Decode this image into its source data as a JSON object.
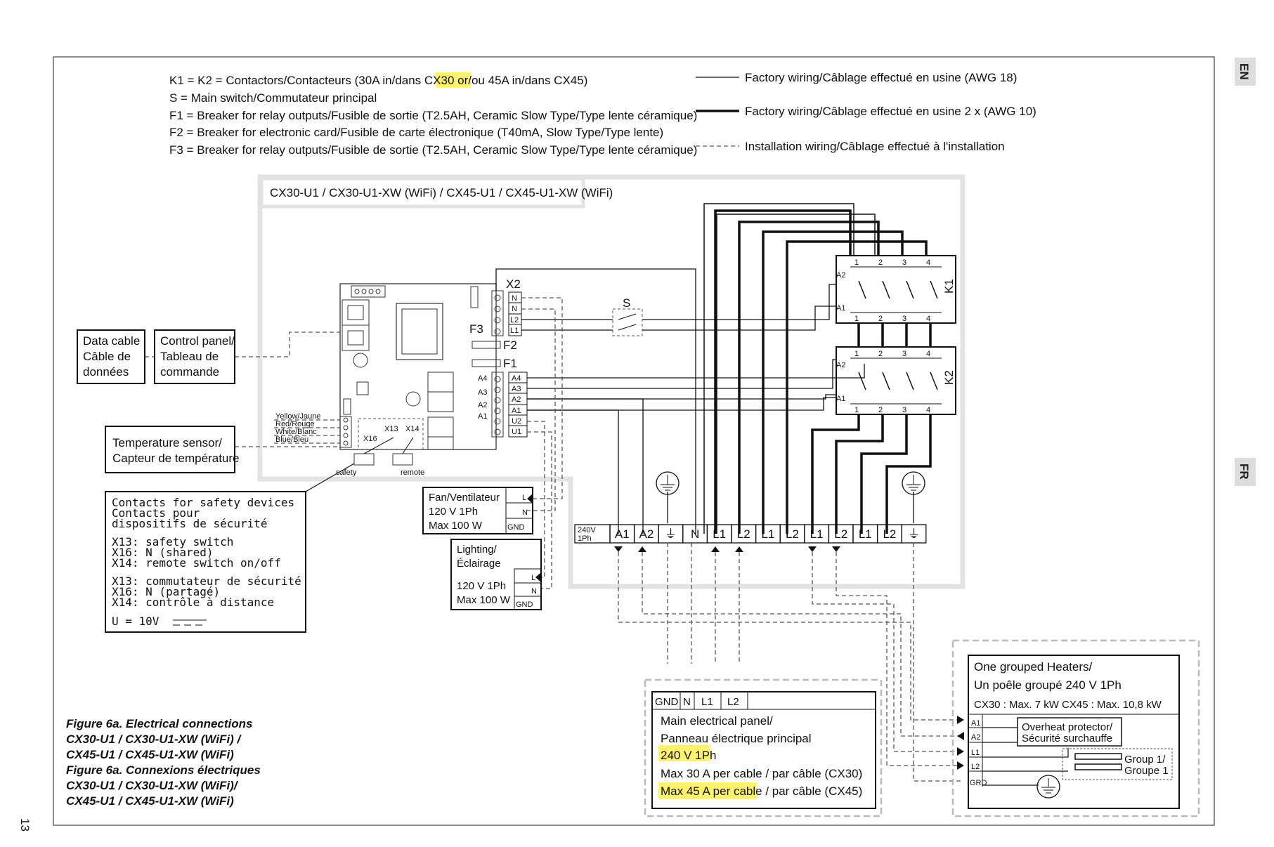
{
  "page_number": "13",
  "side_tabs": {
    "en": "EN",
    "fr": "FR"
  },
  "highlight_color": "#fff36b",
  "legend": {
    "lines": [
      "K1 = K2 = Contactors/Contacteurs (30A in/dans CX30 or/ou ",
      "45A in",
      "/dans CX45)",
      "S = Main switch/Commutateur principal",
      "F1 = Breaker for relay outputs/Fusible de sortie  (T2.5AH, Ceramic Slow Type/Type lente céramique)",
      "F2 = Breaker for electronic card/Fusible de carte électronique (T40mA, Slow Type/Type lente)",
      "F3 = Breaker for relay outputs/Fusible de sortie (T2.5AH, Ceramic Slow Type/Type lente céramique)"
    ],
    "wiring": [
      "Factory wiring/Câblage effectué en usine (AWG 18)",
      "Factory wiring/Câblage effectué en usine 2 x (AWG 10)",
      "Installation wiring/Câblage effectué à l'installation"
    ]
  },
  "unit_title": "CX30-U1 / CX30-U1-XW  (WiFi) / CX45-U1 / CX45-U1-XW  (WiFi)",
  "labels": {
    "x2": "X2",
    "x2_pins": [
      "N",
      "N",
      "L2",
      "L1"
    ],
    "f3": "F3",
    "f2": "F2",
    "f1": "F1",
    "relay_pins": [
      "A4",
      "A3",
      "A2",
      "A1",
      "U2",
      "U1"
    ],
    "relay_small": [
      "A4",
      "A3",
      "A2",
      "A1"
    ],
    "sensor_wires": [
      "Yellow/Jaune",
      "Red/Rouge",
      "White/Blanc",
      "Blue/Bleu"
    ],
    "x13": "X13",
    "x14": "X14",
    "x16": "X16",
    "safety": "safety",
    "remote": "remote",
    "s": "S",
    "k1": "K1",
    "k2": "K2",
    "k_terms": [
      "1",
      "2",
      "3",
      "4"
    ],
    "a1": "A1",
    "a2": "A2"
  },
  "data_cable": [
    "Data cable",
    "Câble de",
    "données"
  ],
  "control_panel": [
    "Control panel/",
    "Tableau de",
    "commande"
  ],
  "temp_sensor": [
    "Temperature sensor/",
    "Capteur de température"
  ],
  "contacts_box": {
    "lines": [
      "Contacts for safety devices",
      "Contacts pour",
      "dispositifs de sécurité",
      "X13: safety switch",
      "X16: N (shared)",
      "X14: remote switch on/off",
      "X13: commutateur de sécurité",
      "X16: N (partagé)",
      "X14: contrôle à distance",
      "U = 10V"
    ]
  },
  "fan_box": {
    "lines": [
      "Fan/Ventilateur",
      "120 V 1Ph",
      "Max 100 W"
    ],
    "pins": [
      "L",
      "N",
      "GND"
    ]
  },
  "lighting_box": {
    "lines": [
      "Lighting/",
      "Éclairage",
      "120 V 1Ph",
      "Max 100 W"
    ],
    "pins": [
      "L",
      "N",
      "GND"
    ]
  },
  "terminal_strip": {
    "header": [
      "240V",
      "1Ph"
    ],
    "cells": [
      "A1",
      "A2",
      "⏚",
      "N",
      "L1",
      "L2",
      "L1",
      "L2",
      "L1",
      "L2",
      "L1",
      "L2",
      "⏚"
    ]
  },
  "main_panel": {
    "cols": [
      "GND",
      "N",
      "L1",
      "L2"
    ],
    "lines": [
      "Main electrical panel/",
      "Panneau électrique principal",
      "240 V 1Ph",
      "Max 30 A per cable / par câble (CX30)",
      "Max 45 A per cable",
      " / par câble (CX45)"
    ]
  },
  "heater_box": {
    "lines": [
      "One grouped Heaters/",
      "Un poêle groupé 240 V 1Ph",
      "CX30 : Max. 7 kW CX45 : Max. 10,8 kW"
    ],
    "pins": [
      "A1",
      "A2",
      "L1",
      "L2",
      "GRD"
    ],
    "overheat": [
      "Overheat protector/",
      "Sécurité surchauffe"
    ],
    "group": [
      "Group 1/",
      "Groupe 1"
    ]
  },
  "caption": [
    "Figure 6a. Electrical connections",
    "CX30-U1 / CX30-U1-XW (WiFi) /",
    "CX45-U1 / CX45-U1-XW (WiFi)",
    "Figure 6a. Connexions électriques",
    "CX30-U1 / CX30-U1-XW (WiFi)/",
    "CX45-U1 / CX45-U1-XW (WiFi)"
  ]
}
